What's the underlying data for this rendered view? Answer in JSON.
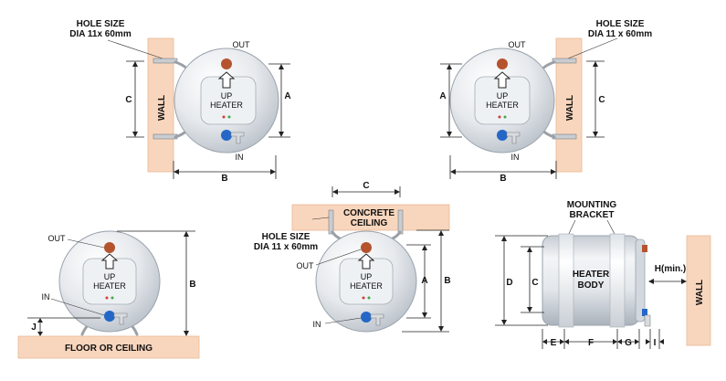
{
  "labels": {
    "hole_size_line1": "HOLE SIZE",
    "hole_size_line2_a": "DIA 11x 60mm",
    "hole_size_line2_b": "DIA 11 x 60mm",
    "out": "OUT",
    "in": "IN",
    "up": "UP",
    "heater": "HEATER",
    "wall": "WALL",
    "floor_or_ceiling": "FLOOR OR CEILING",
    "concrete": "CONCRETE",
    "ceiling": "CEILING",
    "mounting": "MOUNTING",
    "bracket": "BRACKET",
    "heater_body_line1": "HEATER",
    "heater_body_line2": "BODY",
    "h_min": "H(min.)"
  },
  "dimensions": {
    "a": "A",
    "b": "B",
    "c": "C",
    "d": "D",
    "e": "E",
    "f": "F",
    "g": "G",
    "i": "I",
    "j": "J"
  },
  "colors": {
    "wall_fill": "#f8d6bd",
    "out_port": "#b5532f",
    "in_port": "#2467c7",
    "heater_shell": "#e4e8ec",
    "indicator_red": "#d63a2f",
    "indicator_green": "#3fa84a"
  }
}
